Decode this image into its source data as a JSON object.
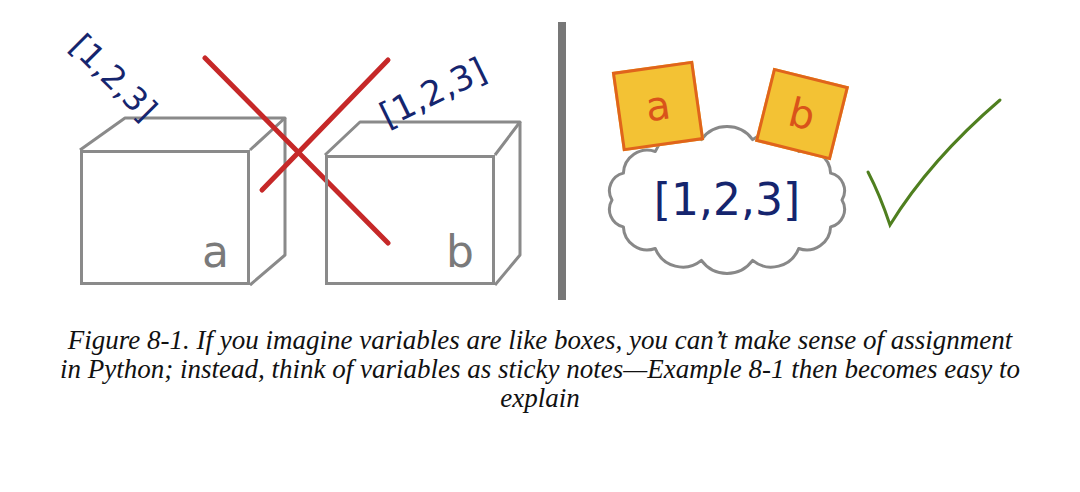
{
  "diagram": {
    "caption": "Figure 8-1. If you imagine variables are like boxes, you can’t make sense of assignment in Python; instead, think of variables as sticky notes—Example 8-1 then becomes easy to explain",
    "nodes": [
      {
        "text": [
          "a"
        ]
      },
      {
        "text": [
          "b"
        ]
      },
      {
        "text": [
          "a"
        ]
      },
      {
        "text": [
          "b"
        ]
      },
      {
        "text": [
          "[1,2,3]"
        ]
      }
    ],
    "labels": [
      "[1,2,3]",
      "[1,2,3]"
    ]
  }
}
